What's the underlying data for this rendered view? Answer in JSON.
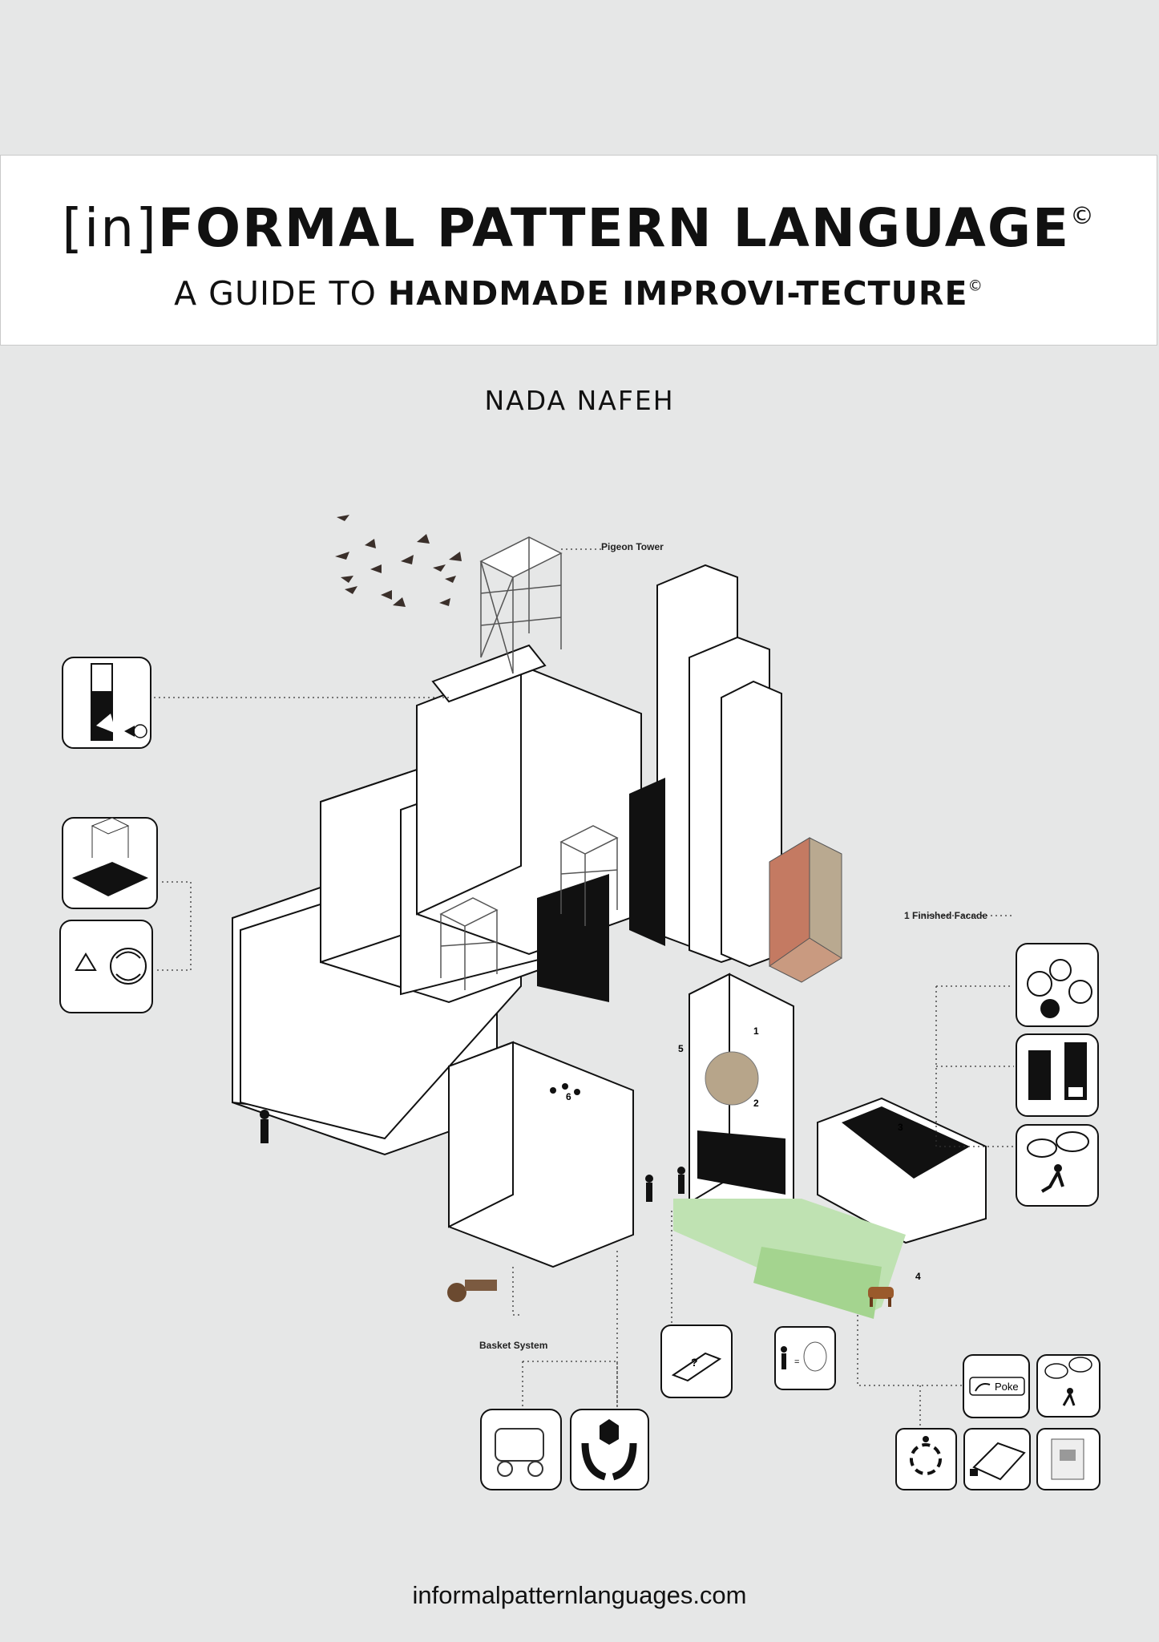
{
  "cover": {
    "title_prefix": "[in]",
    "title_main": "FORMAL PATTERN LANGUAGE",
    "title_mark": "©",
    "subtitle_plain": "A GUIDE TO ",
    "subtitle_bold": "HANDMADE IMPROVI-TECTURE",
    "subtitle_mark": "©",
    "author": "NADA NAFEH",
    "website": "informalpatternlanguages.com"
  },
  "diagram": {
    "labels": {
      "pigeon_tower": "Pigeon Tower",
      "finished_facade": "1 Finished Facade",
      "basket_system": "Basket System",
      "poke": "Poke",
      "question": "?",
      "equals": "="
    },
    "numbers": [
      "1",
      "2",
      "3",
      "4",
      "5",
      "6"
    ]
  }
}
